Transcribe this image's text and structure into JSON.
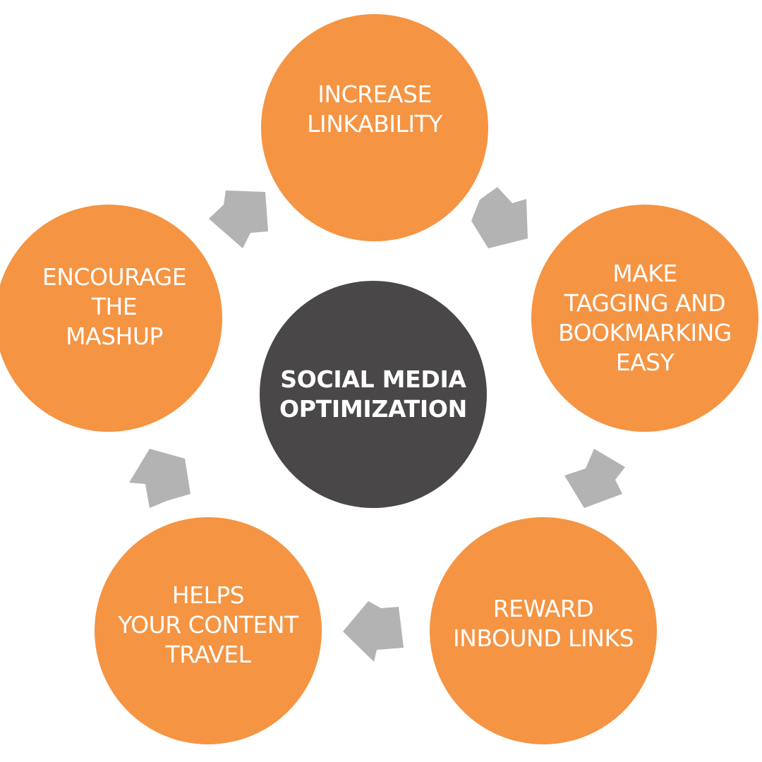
{
  "diagram": {
    "center": {
      "label": "SOCIAL MEDIA\nOPTIMIZATION",
      "color": "#4a4748"
    },
    "nodes": [
      {
        "label": "INCREASE\nLINKABILITY"
      },
      {
        "label": "MAKE\nTAGGING AND\nBOOKMARKING\nEASY"
      },
      {
        "label": "REWARD\nINBOUND LINKS"
      },
      {
        "label": "HELPS\nYOUR CONTENT\nTRAVEL"
      },
      {
        "label": "ENCOURAGE\nTHE\nMASHUP"
      }
    ],
    "node_color": "#f59443",
    "arrow_color": "#b3b3b3",
    "flow": "clockwise"
  }
}
